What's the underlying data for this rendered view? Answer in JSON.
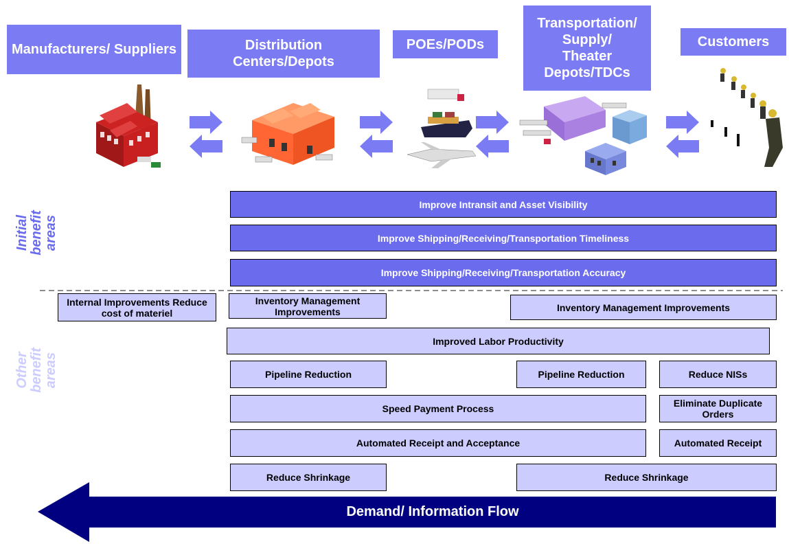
{
  "stages": [
    {
      "id": "manufacturers",
      "label": "Manufacturers/ Suppliers"
    },
    {
      "id": "distribution",
      "label": "Distribution Centers/Depots"
    },
    {
      "id": "poes",
      "label": "POEs/PODs"
    },
    {
      "id": "transportation",
      "label": "Transportation/ Supply/ Theater Depots/TDCs"
    },
    {
      "id": "customers",
      "label": "Customers"
    }
  ],
  "side_labels": {
    "initial": "Initial benefit areas",
    "other": "Other benefit areas"
  },
  "initial_benefits": [
    "Improve Intransit and Asset Visibility",
    "Improve Shipping/Receiving/Transportation Timeliness",
    "Improve Shipping/Receiving/Transportation Accuracy"
  ],
  "other_benefits": {
    "internal": "Internal Improvements Reduce cost of materiel",
    "inv_mgmt_left": "Inventory Management Improvements",
    "inv_mgmt_right": "Inventory Management Improvements",
    "labor": "Improved Labor Productivity",
    "pipeline_left": "Pipeline Reduction",
    "pipeline_right": "Pipeline Reduction",
    "reduce_niss": "Reduce NISs",
    "speed_payment": "Speed Payment Process",
    "eliminate_dup": "Eliminate Duplicate Orders",
    "auto_receipt_accept": "Automated Receipt and Acceptance",
    "auto_receipt": "Automated Receipt",
    "shrink_left": "Reduce Shrinkage",
    "shrink_right": "Reduce Shrinkage"
  },
  "flow_arrow": "Demand/ Information Flow",
  "colors": {
    "header": "#7b7bf4",
    "dark_bar": "#6b6bee",
    "light_bar": "#ccccff",
    "flow": "#000080"
  }
}
